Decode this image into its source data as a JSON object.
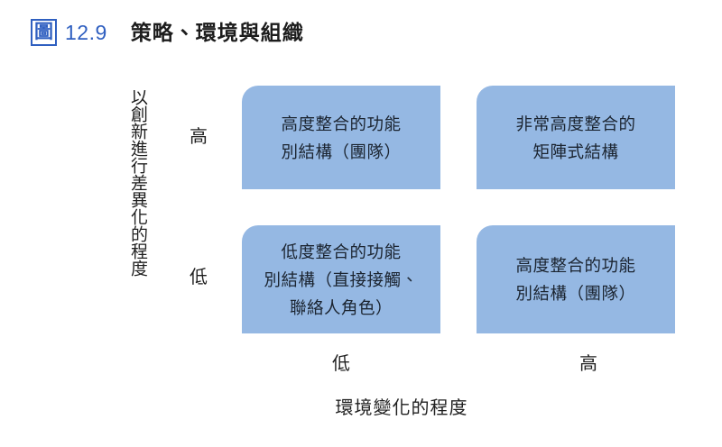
{
  "figure": {
    "badge": "圖",
    "number": "12.9",
    "caption": "策略、環境與組織"
  },
  "axes": {
    "y_title": "以創新進行差異化的程度",
    "x_title": "環境變化的程度",
    "y_ticks": {
      "high": "高",
      "low": "低"
    },
    "x_ticks": {
      "low": "低",
      "high": "高"
    }
  },
  "quadrants": {
    "top_left": "高度整合的功能\n別結構（團隊）",
    "top_right": "非常高度整合的\n矩陣式結構",
    "bottom_left": "低度整合的功能\n別結構（直接接觸、\n聯絡人角色）",
    "bottom_right": "高度整合的功能\n別結構（團隊）"
  },
  "colors": {
    "cell_fill": "#95b8e3",
    "accent_blue": "#2f5fc0",
    "text_dark": "#1f1f1f",
    "background": "#ffffff"
  },
  "chart_data": {
    "type": "table",
    "title": "策略、環境與組織",
    "xlabel": "環境變化的程度",
    "ylabel": "以創新進行差異化的程度",
    "row_categories": [
      "高",
      "低"
    ],
    "column_categories": [
      "低",
      "高"
    ],
    "cells": [
      [
        "高度整合的功能別結構（團隊）",
        "非常高度整合的矩陣式結構"
      ],
      [
        "低度整合的功能別結構（直接接觸、聯絡人角色）",
        "高度整合的功能別結構（團隊）"
      ]
    ],
    "legend": [],
    "grid": false
  }
}
